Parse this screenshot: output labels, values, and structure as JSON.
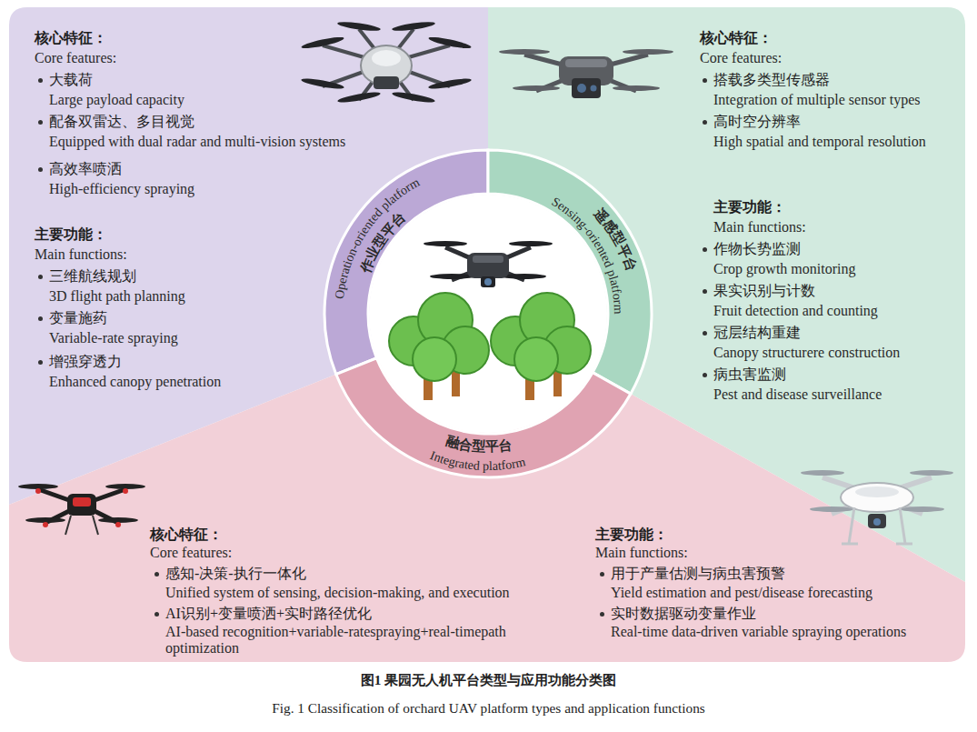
{
  "diagram": {
    "caption": "图1 果园无人机平台类型与应用功能分类图",
    "nodes": [
      {
        "text": [
          "核心特征：",
          "Core features:",
          "大载荷",
          "Large payload capacity",
          "配备双雷达、多目视觉",
          "Equipped with dual radar and multi-vision systems",
          "高效率喷洒",
          "High-efficiency spraying",
          "主要功能：",
          "Main functions:",
          "三维航线规划",
          "3D flight path planning",
          "变量施药",
          "Variable-rate spraying",
          "增强穿透力",
          "Enhanced canopy penetration"
        ]
      },
      {
        "text": [
          "核心特征：",
          "Core features:",
          "搭载多类型传感器",
          "Integration of multiple sensor types",
          "高时空分辨率",
          "High spatial and temporal resolution",
          "主要功能：",
          "Main functions:",
          "作物长势监测",
          "Crop growth monitoring",
          "果实识别与计数",
          "Fruit detection and counting",
          "冠层结构重建",
          "Canopy structurere construction",
          "病虫害监测",
          "Pest and disease surveillance"
        ]
      },
      {
        "text": [
          "核心特征：",
          "Core features:",
          "感知-决策-执行一体化",
          "Unified system of sensing, decision-making, and execution",
          "AI识别+变量喷洒+实时路径优化",
          "AI-based recognition+variable-ratespraying+real-timepath optimization",
          "主要功能：",
          "Main functions:",
          "用于产量估测与病虫害预警",
          "Yield estimation and pest/disease forecasting",
          "实时数据驱动变量作业",
          "Real-time data-driven variable spraying operations"
        ]
      },
      {
        "text": [
          "作业型平台",
          "Operation-oriented platform"
        ]
      },
      {
        "text": [
          "遥感型平台",
          "Sensing-oriented platform"
        ]
      },
      {
        "text": [
          "融合型平台",
          "Integrated platform"
        ]
      }
    ],
    "labels": [
      "Fig. 1 Classification of orchard UAV platform types and application functions"
    ]
  }
}
